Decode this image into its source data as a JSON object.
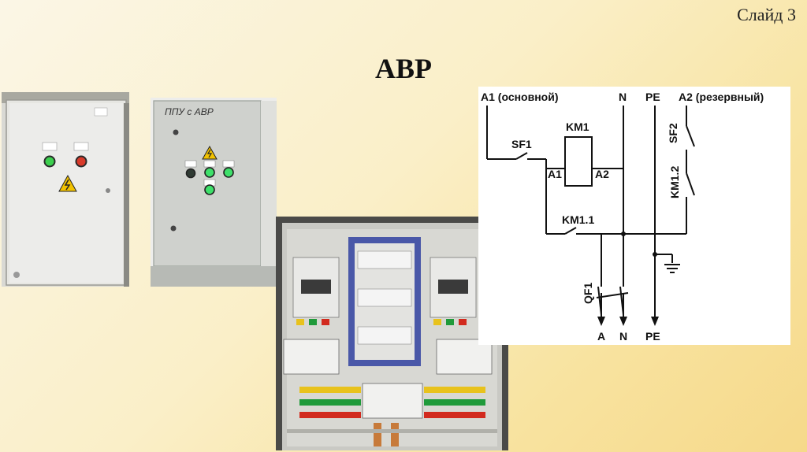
{
  "slide": {
    "number_label": "Слайд 3",
    "title": "АВР"
  },
  "photo2": {
    "handwritten_label": "ППУ с АВР"
  },
  "diagram": {
    "top_labels": {
      "a1": "A1 (основной)",
      "n": "N",
      "pe": "PE",
      "a2": "A2 (резервный)"
    },
    "sf1": "SF1",
    "sf2": "SF2",
    "km1": "KM1",
    "km1_a1": "A1",
    "km1_a2": "A2",
    "km1_1": "KM1.1",
    "km1_2": "KM1.2",
    "qf1": "QF1",
    "bottom_labels": {
      "a": "A",
      "n": "N",
      "pe": "PE"
    }
  },
  "colors": {
    "lamp_green": "#3ccf4e",
    "lamp_red": "#d83a2a",
    "warning_yellow": "#f2c200",
    "busbar_green": "#1f9a3a",
    "busbar_red": "#d22a1e",
    "busbar_yellow": "#e8c21c"
  }
}
